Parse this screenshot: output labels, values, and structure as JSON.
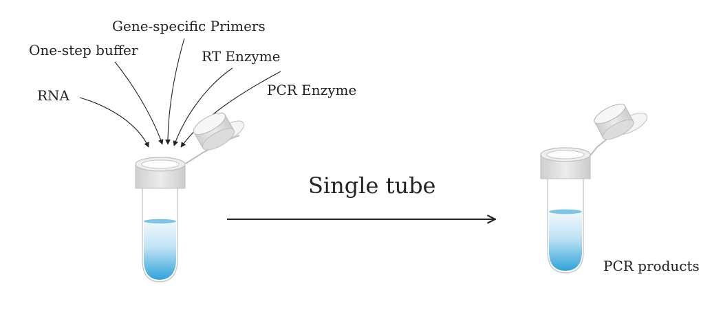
{
  "reagents": {
    "gene_primers": "Gene-specific Primers",
    "one_step_buffer": "One-step buffer",
    "rt_enzyme": "RT Enzyme",
    "rna": "RNA",
    "pcr_enzyme": "PCR Enzyme"
  },
  "process_label": "Single tube",
  "product_label": "PCR products",
  "colors": {
    "liquid_top": "#e8f4fb",
    "liquid_bottom": "#35a7dc",
    "tube_gray": "#d9d9d9",
    "line": "#222222"
  }
}
